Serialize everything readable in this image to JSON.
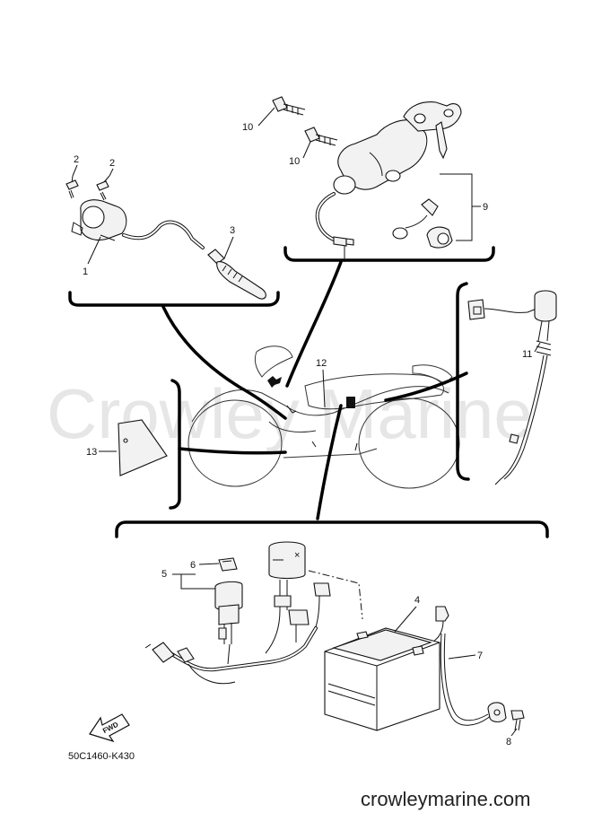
{
  "watermark": "Crowley Marine",
  "footer_url": "crowleymarine.com",
  "diagram_code": "50C1460-K430",
  "fwd_label": "FWD",
  "callouts": {
    "c1": "1",
    "c2a": "2",
    "c2b": "2",
    "c3": "3",
    "c4": "4",
    "c5": "5",
    "c6": "6",
    "c7": "7",
    "c8": "8",
    "c9": "9",
    "c10a": "10",
    "c10b": "10",
    "c11": "11",
    "c12": "12",
    "c13": "13"
  }
}
